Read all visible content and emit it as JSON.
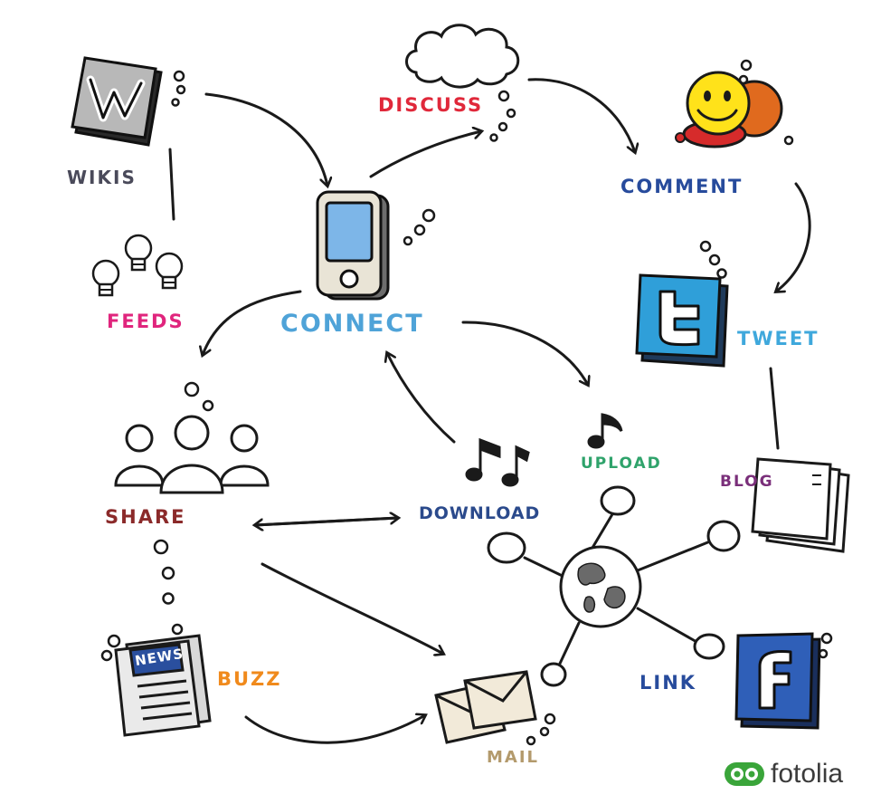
{
  "nodes": {
    "wikis": "WIKIS",
    "discuss": "DISCUSS",
    "comment": "COMMENT",
    "connect": "CONNECT",
    "feeds": "FEEDS",
    "tweet": "TWEET",
    "share": "SHARE",
    "download": "DOWNLOAD",
    "upload": "UPLOAD",
    "blog": "BLOG",
    "buzz": "BUZZ",
    "link": "LINK",
    "mail": "MAIL"
  },
  "news_badge": "NEWS",
  "brand": "fotolia",
  "colors": {
    "wikis": "#4a4a5a",
    "discuss": "#e0283a",
    "comment": "#274b9c",
    "connect": "#4fa3d8",
    "feeds": "#e0257d",
    "tweet": "#3fa8dc",
    "share": "#8b2a2a",
    "download": "#2b4a8c",
    "upload": "#2fa36b",
    "blog": "#7a2f7a",
    "buzz": "#f08a1c",
    "link": "#274b9c",
    "mail": "#b39a6c",
    "brand_green": "#3aa53a"
  }
}
